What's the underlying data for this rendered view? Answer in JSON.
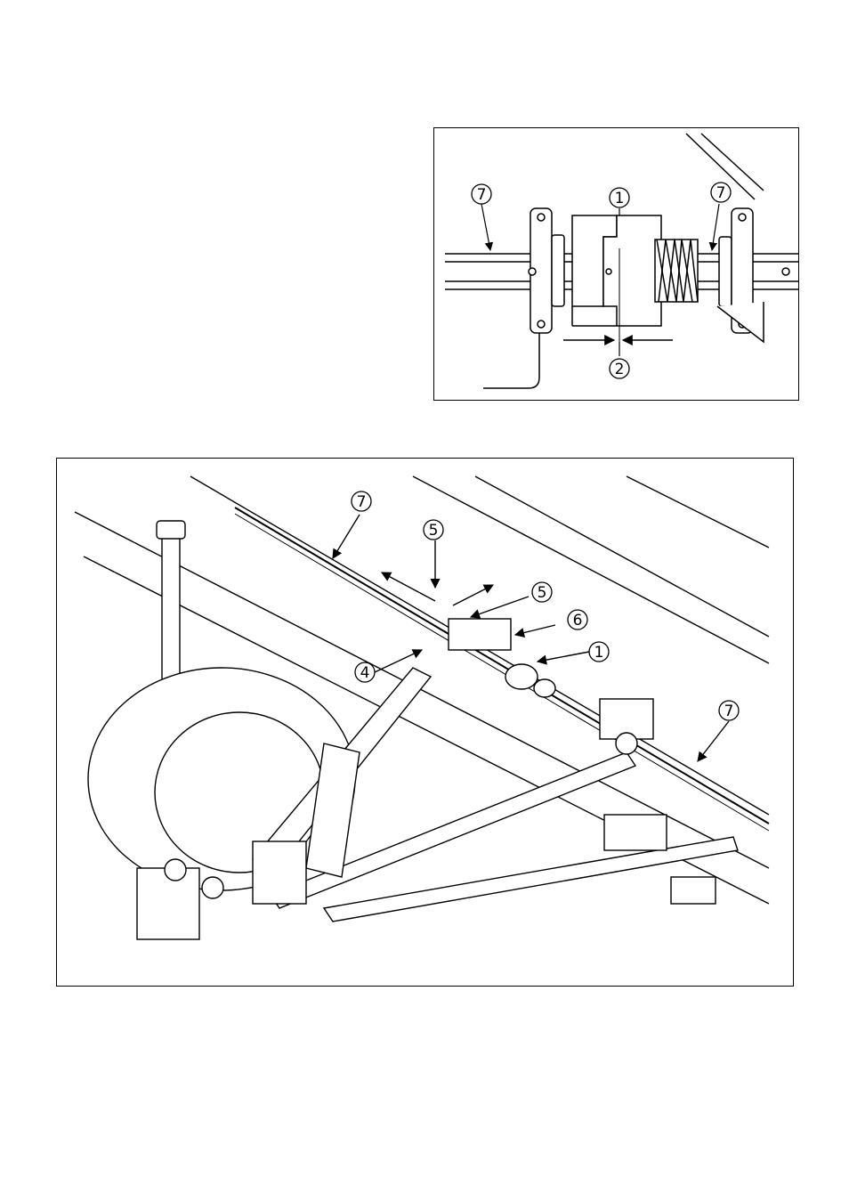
{
  "detail_view": {
    "callouts": [
      {
        "id": "callout-7-left",
        "label": "7"
      },
      {
        "id": "callout-1",
        "label": "1"
      },
      {
        "id": "callout-7-right",
        "label": "7"
      },
      {
        "id": "callout-2",
        "label": "2"
      }
    ]
  },
  "main_view": {
    "callouts": [
      {
        "id": "callout-7-top",
        "label": "7"
      },
      {
        "id": "callout-5-upper",
        "label": "5"
      },
      {
        "id": "callout-5-lower",
        "label": "5"
      },
      {
        "id": "callout-6",
        "label": "6"
      },
      {
        "id": "callout-1",
        "label": "1"
      },
      {
        "id": "callout-4",
        "label": "4"
      },
      {
        "id": "callout-7-right",
        "label": "7"
      }
    ]
  }
}
